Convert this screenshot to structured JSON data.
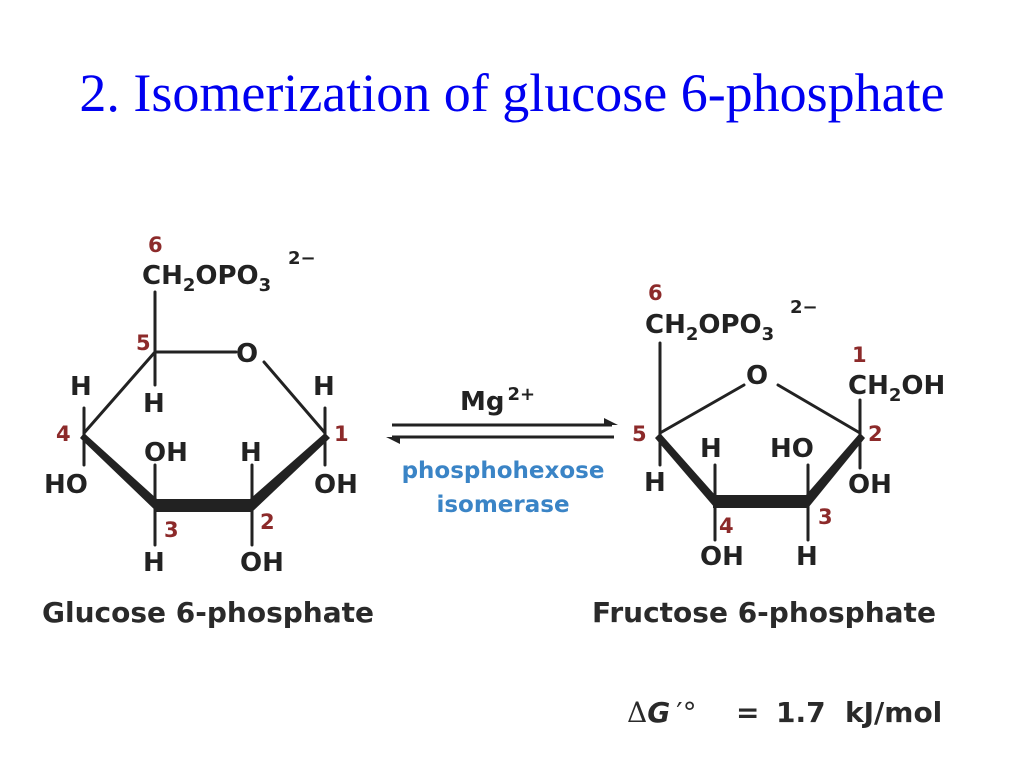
{
  "title": "2. Isomerization of glucose 6-phosphate",
  "glucose": {
    "name": "Glucose 6-phosphate",
    "ch2_group": "CH2OPO3",
    "charge": "2−",
    "ring_oxygen": "O",
    "carbon_numbers": [
      "1",
      "2",
      "3",
      "4",
      "5",
      "6"
    ],
    "substituents": {
      "c1_top": "H",
      "c1_bottom": "OH",
      "c2_top": "H",
      "c2_bottom": "OH",
      "c3_top": "OH",
      "c3_bottom": "H",
      "c4_top": "H",
      "c4_bottom": "HO",
      "c5_bottom": "H"
    }
  },
  "fructose": {
    "name": "Fructose 6-phosphate",
    "ch2_group": "CH2OPO3",
    "charge": "2−",
    "c1_group": "CH2OH",
    "ring_oxygen": "O",
    "carbon_numbers": [
      "1",
      "2",
      "3",
      "4",
      "5",
      "6"
    ],
    "substituents": {
      "c2_bottom": "OH",
      "c3_top": "HO",
      "c3_bottom": "H",
      "c4_top": "H",
      "c4_bottom": "OH",
      "c5_bottom": "H"
    }
  },
  "reaction": {
    "cofactor": "Mg",
    "cofactor_charge": "2+",
    "enzyme_line1": "phosphohexose",
    "enzyme_line2": "isomerase"
  },
  "energy": {
    "symbol": "ΔG ′°",
    "equals": "=",
    "value": "1.7",
    "unit": "kJ/mol"
  },
  "colors": {
    "title": "#0000f0",
    "carbon_numbers": "#8c2a2a",
    "enzyme": "#3a84c6",
    "structure": "#222222"
  }
}
